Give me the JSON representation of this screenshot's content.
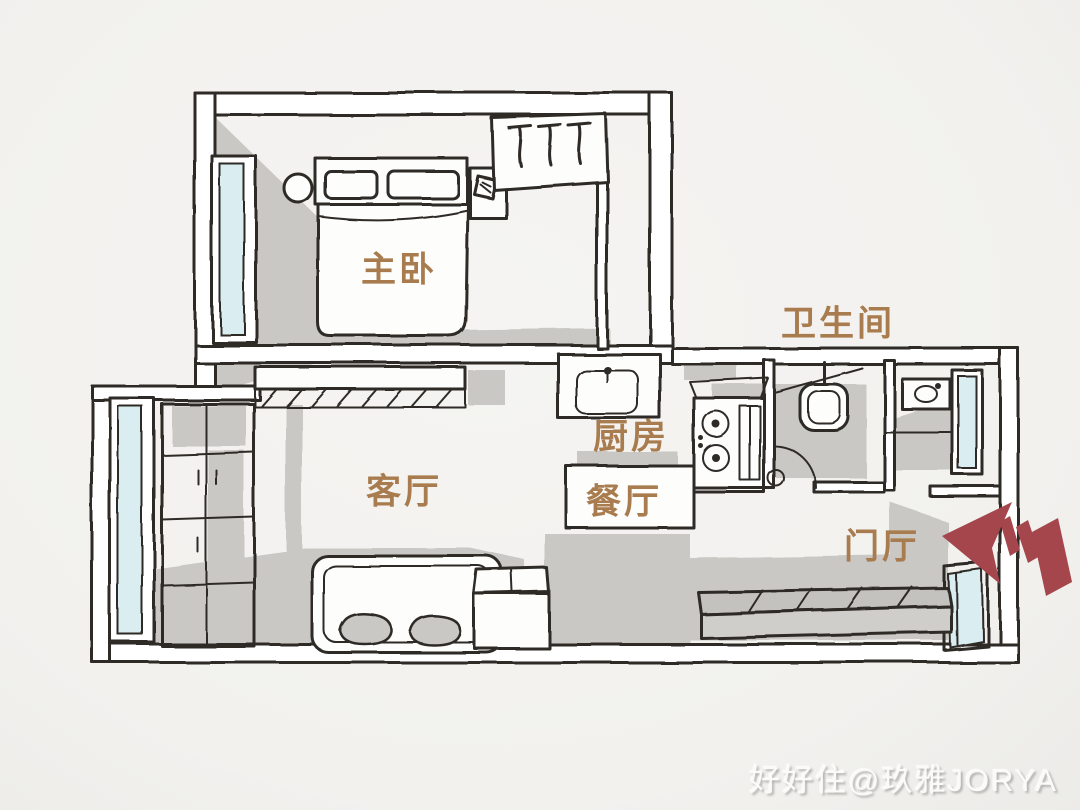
{
  "palette": {
    "background": "#f2f1ee",
    "ink": "#2e2b28",
    "floor_shade": "#c9c8c5",
    "window_glass": "#daedf0",
    "wall_fill": "#ffffff",
    "furniture_fill": "#fdfdfb",
    "label_color": "#a87c4e",
    "arrow_color": "#a4464c",
    "watermark_color": "#fafaf8",
    "bench_fill": "#c3c2bf"
  },
  "rooms": {
    "master_bedroom": {
      "label": "主卧"
    },
    "bathroom": {
      "label": "卫生间"
    },
    "kitchen": {
      "label": "厨房"
    },
    "dining_room": {
      "label": "餐厅"
    },
    "living_room": {
      "label": "客厅"
    },
    "foyer": {
      "label": "门厅"
    }
  },
  "icons": {
    "entrance_arrow": "entrance-arrow-icon",
    "clothes_hanger": "hanger-icon"
  },
  "watermark": {
    "text": "好好住@玖雅JORYA"
  }
}
